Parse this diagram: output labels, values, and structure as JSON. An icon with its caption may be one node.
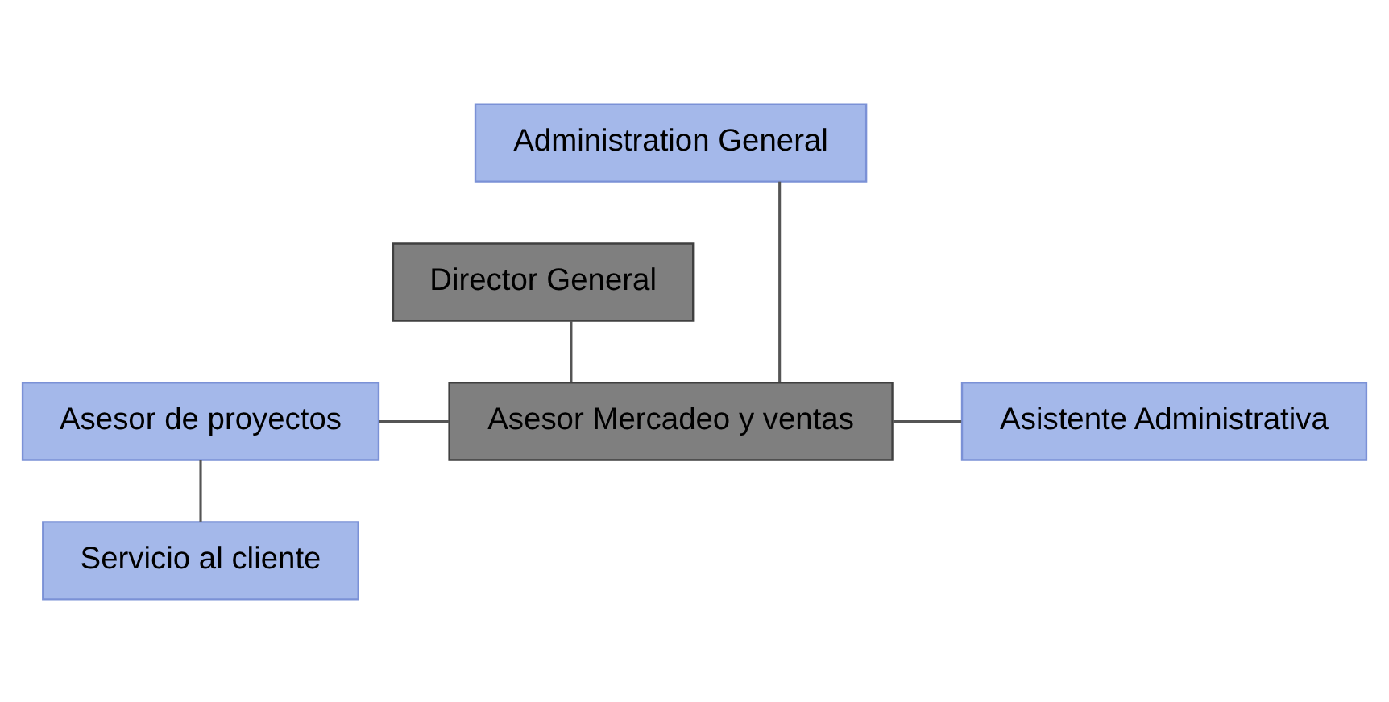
{
  "diagram": {
    "nodes": [
      {
        "text": [
          "Administration General"
        ]
      },
      {
        "text": [
          "Director General"
        ]
      },
      {
        "text": [
          "Asesor de proyectos"
        ]
      },
      {
        "text": [
          "Asesor Mercadeo y ventas"
        ]
      },
      {
        "text": [
          "Asistente Administrativa"
        ]
      },
      {
        "text": [
          "Servicio al cliente"
        ]
      }
    ],
    "edges": [
      {
        "from": 0,
        "to": 3,
        "arrow": "none"
      },
      {
        "from": 1,
        "to": 3,
        "arrow": "none"
      },
      {
        "from": 2,
        "to": 3,
        "arrow": "none"
      },
      {
        "from": 3,
        "to": 4,
        "arrow": "none"
      },
      {
        "from": 2,
        "to": 5,
        "arrow": "none"
      }
    ]
  }
}
